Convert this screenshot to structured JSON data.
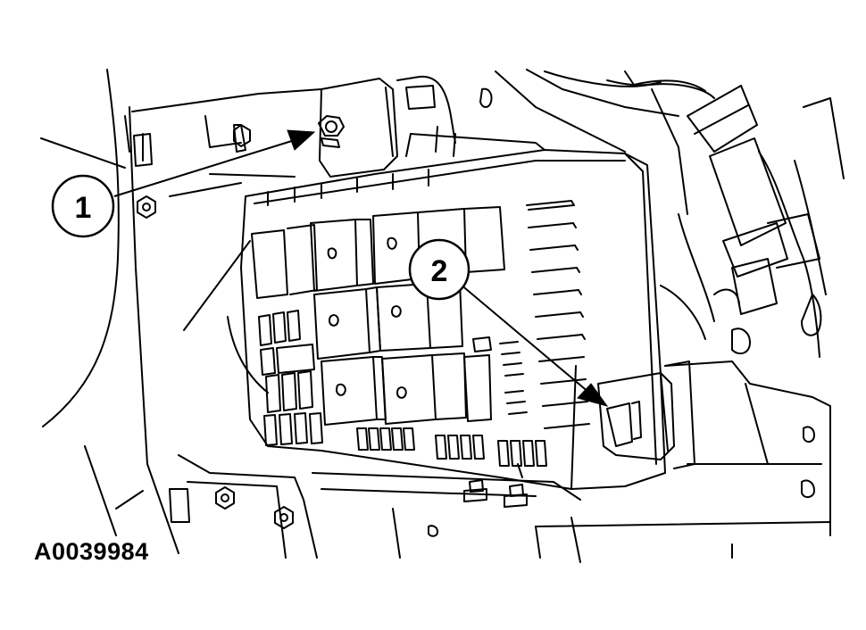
{
  "figure_id": "A0039984",
  "callouts": [
    {
      "label": "1"
    },
    {
      "label": "2"
    }
  ],
  "colors": {
    "line": "#000000",
    "background": "#ffffff"
  }
}
